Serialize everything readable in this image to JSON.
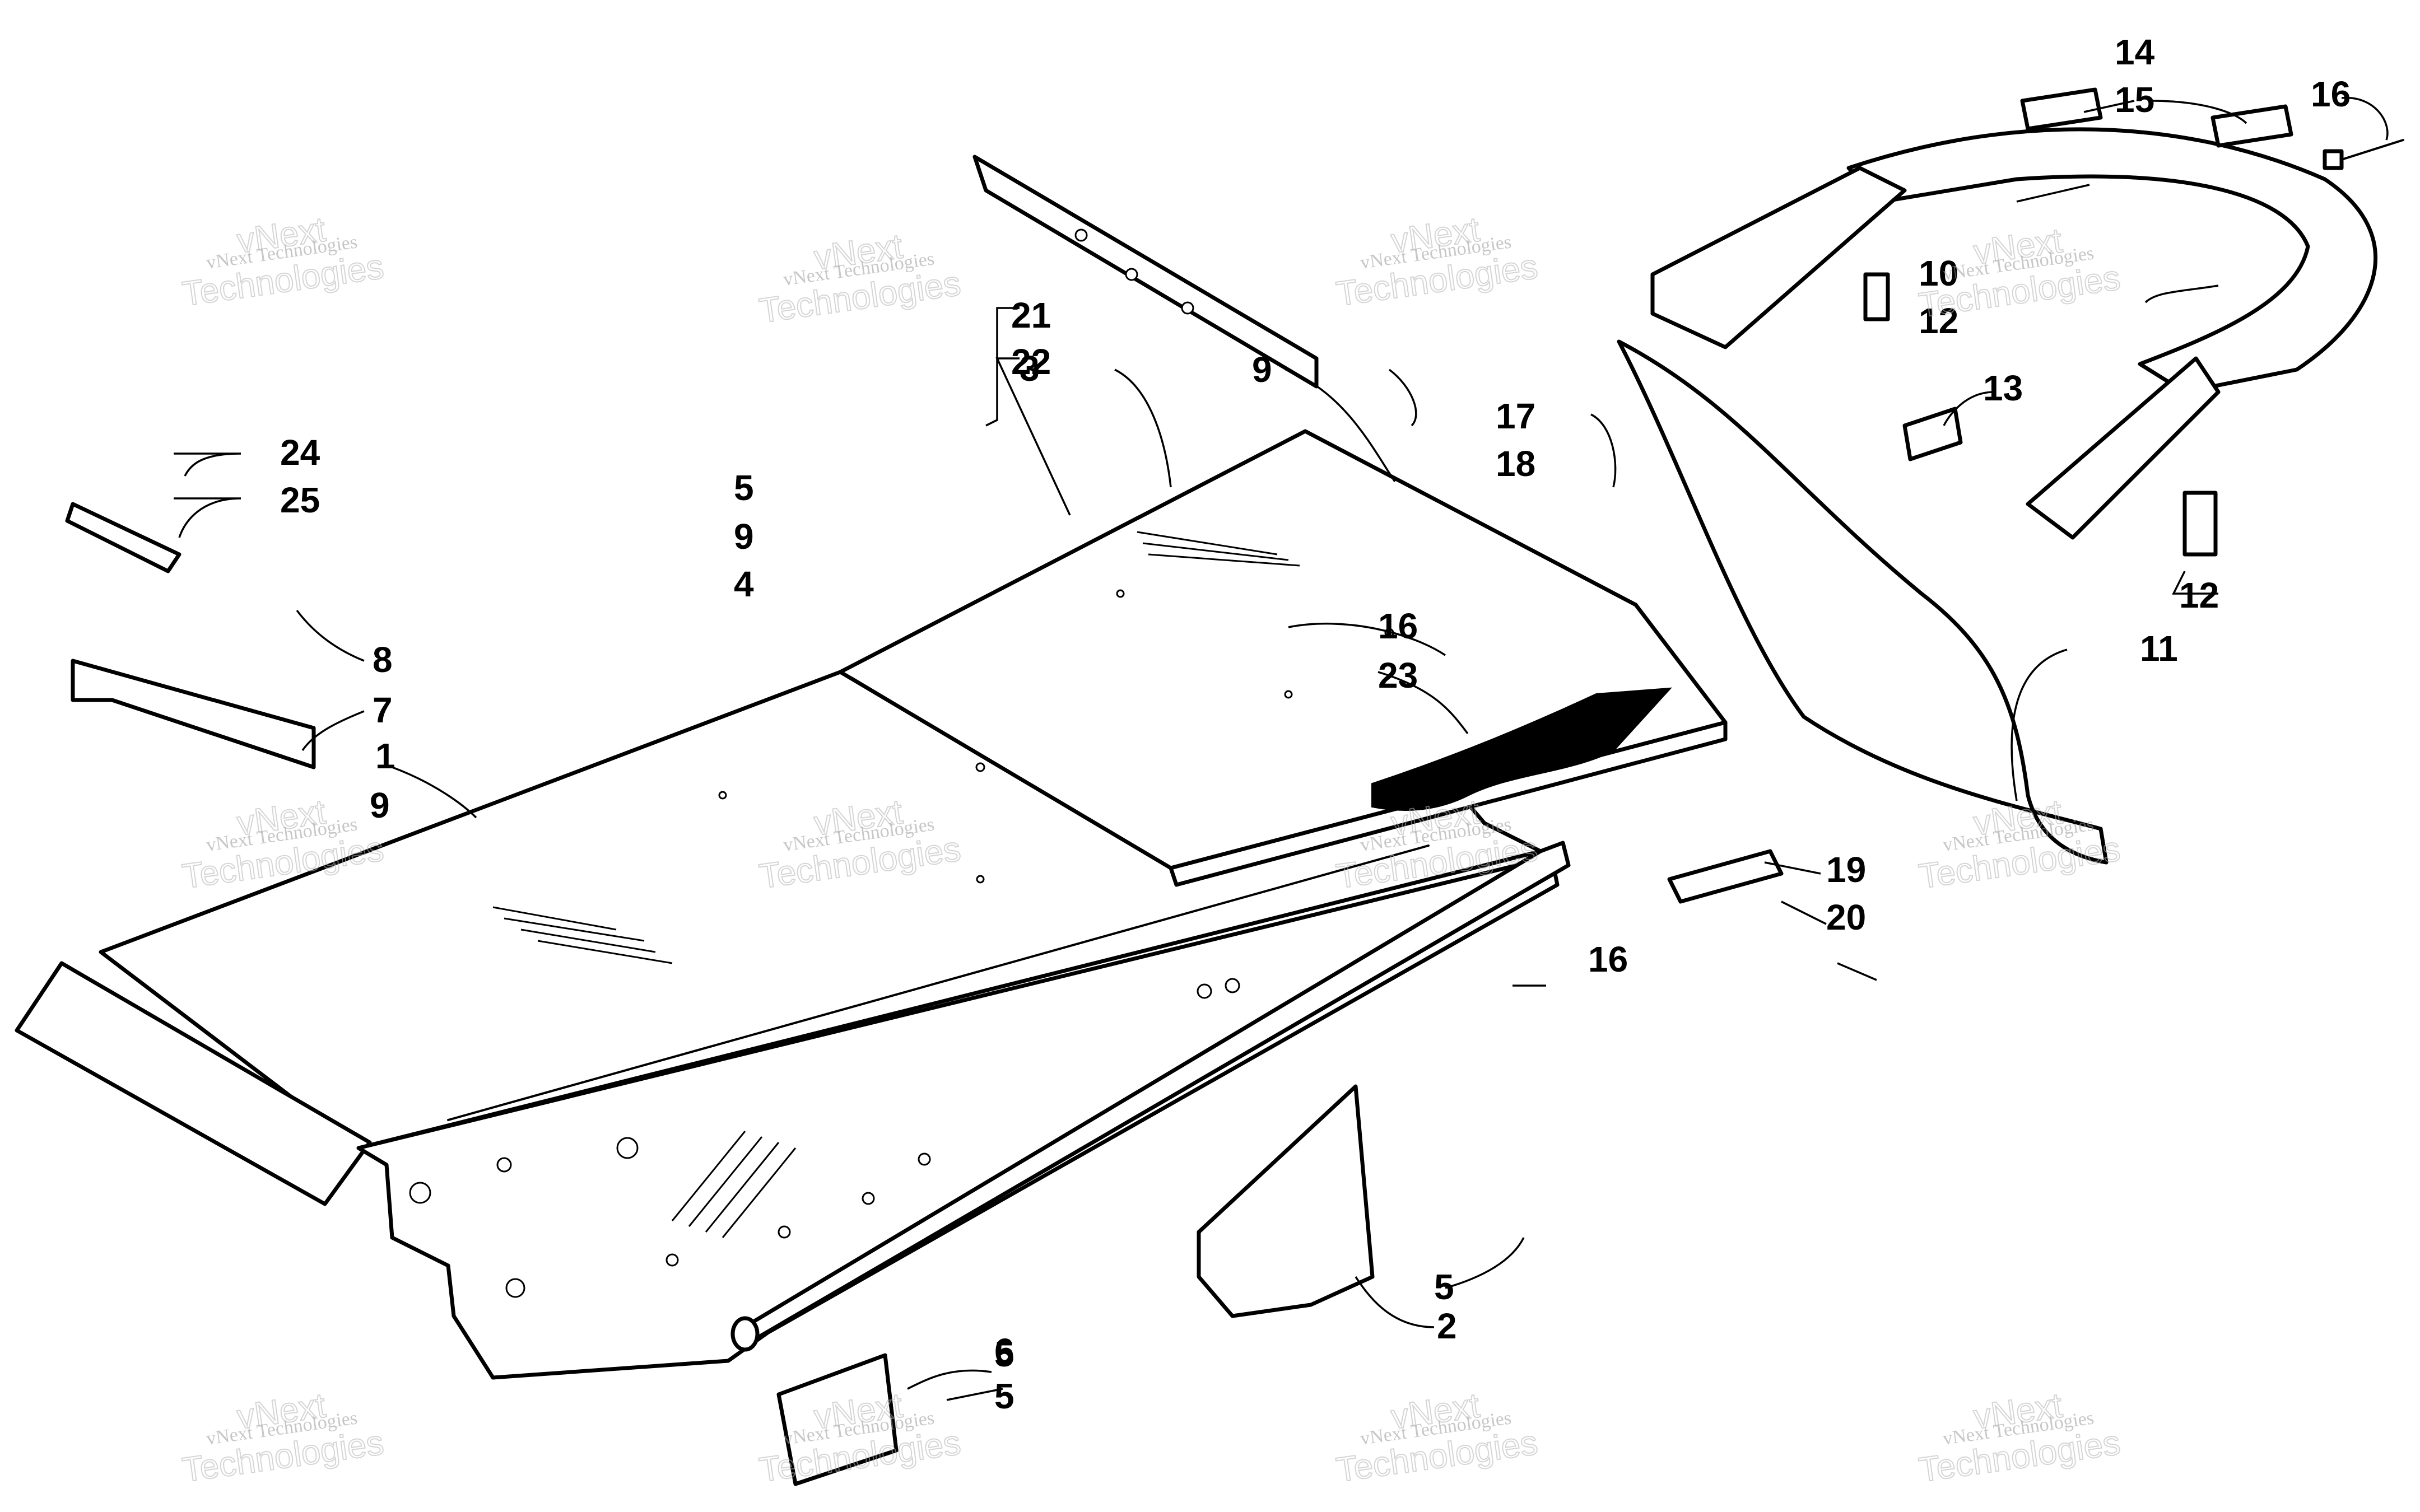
{
  "diagram": {
    "callouts": [
      "1",
      "2",
      "3",
      "4",
      "5",
      "5",
      "5",
      "5",
      "6",
      "7",
      "8",
      "9",
      "9",
      "9",
      "10",
      "11",
      "12",
      "12",
      "13",
      "14",
      "15",
      "16",
      "16",
      "16",
      "17",
      "18",
      "19",
      "20",
      "21",
      "22",
      "23",
      "24",
      "25"
    ],
    "watermark": {
      "company": "vNext Technologies",
      "line1": "vNext",
      "line2": "Technologies"
    },
    "colors": {
      "line": "#000000",
      "background": "#ffffff",
      "watermark": "#9a9a9a"
    }
  }
}
